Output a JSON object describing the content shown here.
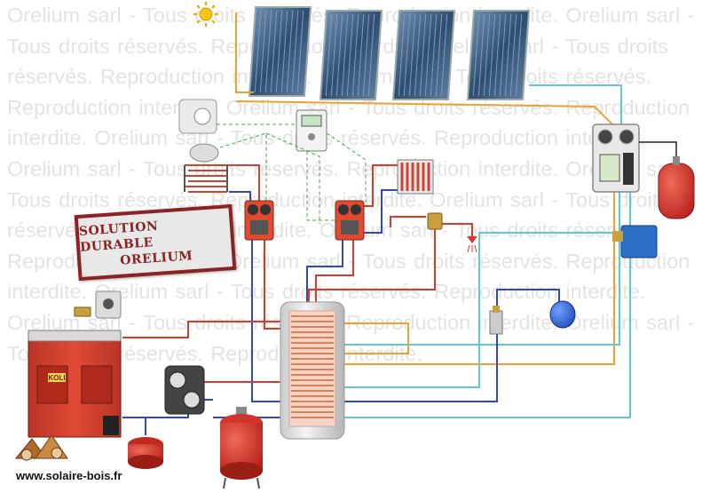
{
  "watermark": {
    "text": "Orelium sarl - Tous droits réservés. Reproduction interdite.",
    "repeat": 14
  },
  "stamp": {
    "line1": "SOLUTION DURABLE",
    "line2": "ORELIUM"
  },
  "boiler": {
    "brand_label": "KOLI"
  },
  "website": "www.solaire-bois.fr",
  "colors": {
    "hot_pipe": "#d93a2b",
    "cold_pipe": "#2f47c9",
    "solar_pipe": "#f0a030",
    "return_pipe": "#5ec8d6",
    "boiler_red": "#d8402e",
    "stamp_red": "#8a2323"
  }
}
